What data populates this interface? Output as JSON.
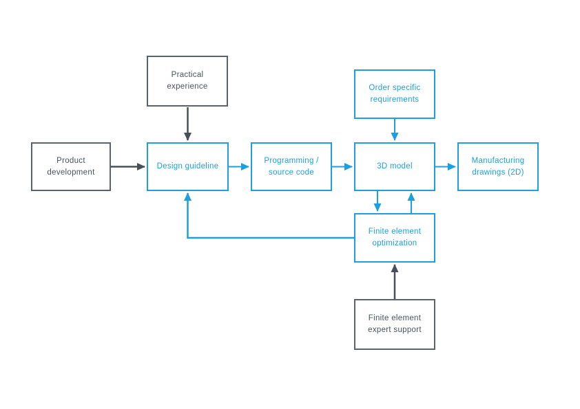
{
  "diagram": {
    "type": "flowchart",
    "background": "#ffffff",
    "colors": {
      "blue": "#1b9fe0",
      "gray_border": "#5a636c",
      "gray_arrow": "#474f59",
      "gray_text": "#4a515b"
    },
    "nodes": [
      {
        "id": "practical-experience",
        "label": "Practical\nexperience",
        "color": "gray"
      },
      {
        "id": "product-development",
        "label": "Product\ndevelopment",
        "color": "gray"
      },
      {
        "id": "design-guideline",
        "label": "Design guideline",
        "color": "blue"
      },
      {
        "id": "programming-source-code",
        "label": "Programming /\nsource code",
        "color": "blue"
      },
      {
        "id": "order-specific-requirements",
        "label": "Order specific\nrequirements",
        "color": "blue"
      },
      {
        "id": "3d-model",
        "label": "3D model",
        "color": "blue"
      },
      {
        "id": "manufacturing-drawings-2d",
        "label": "Manufacturing\ndrawings (2D)",
        "color": "blue"
      },
      {
        "id": "finite-element-optimization",
        "label": "Finite element\noptimization",
        "color": "blue"
      },
      {
        "id": "finite-element-expert-support",
        "label": "Finite element\nexpert support",
        "color": "gray"
      }
    ],
    "edges": [
      {
        "from": "practical-experience",
        "to": "design-guideline",
        "color": "gray"
      },
      {
        "from": "product-development",
        "to": "design-guideline",
        "color": "gray"
      },
      {
        "from": "design-guideline",
        "to": "programming-source-code",
        "color": "blue"
      },
      {
        "from": "programming-source-code",
        "to": "3d-model",
        "color": "blue"
      },
      {
        "from": "order-specific-requirements",
        "to": "3d-model",
        "color": "blue"
      },
      {
        "from": "3d-model",
        "to": "manufacturing-drawings-2d",
        "color": "blue"
      },
      {
        "from": "3d-model",
        "to": "finite-element-optimization",
        "color": "blue"
      },
      {
        "from": "finite-element-optimization",
        "to": "3d-model",
        "color": "blue"
      },
      {
        "from": "finite-element-optimization",
        "to": "design-guideline",
        "color": "blue"
      },
      {
        "from": "finite-element-expert-support",
        "to": "finite-element-optimization",
        "color": "gray"
      }
    ]
  }
}
